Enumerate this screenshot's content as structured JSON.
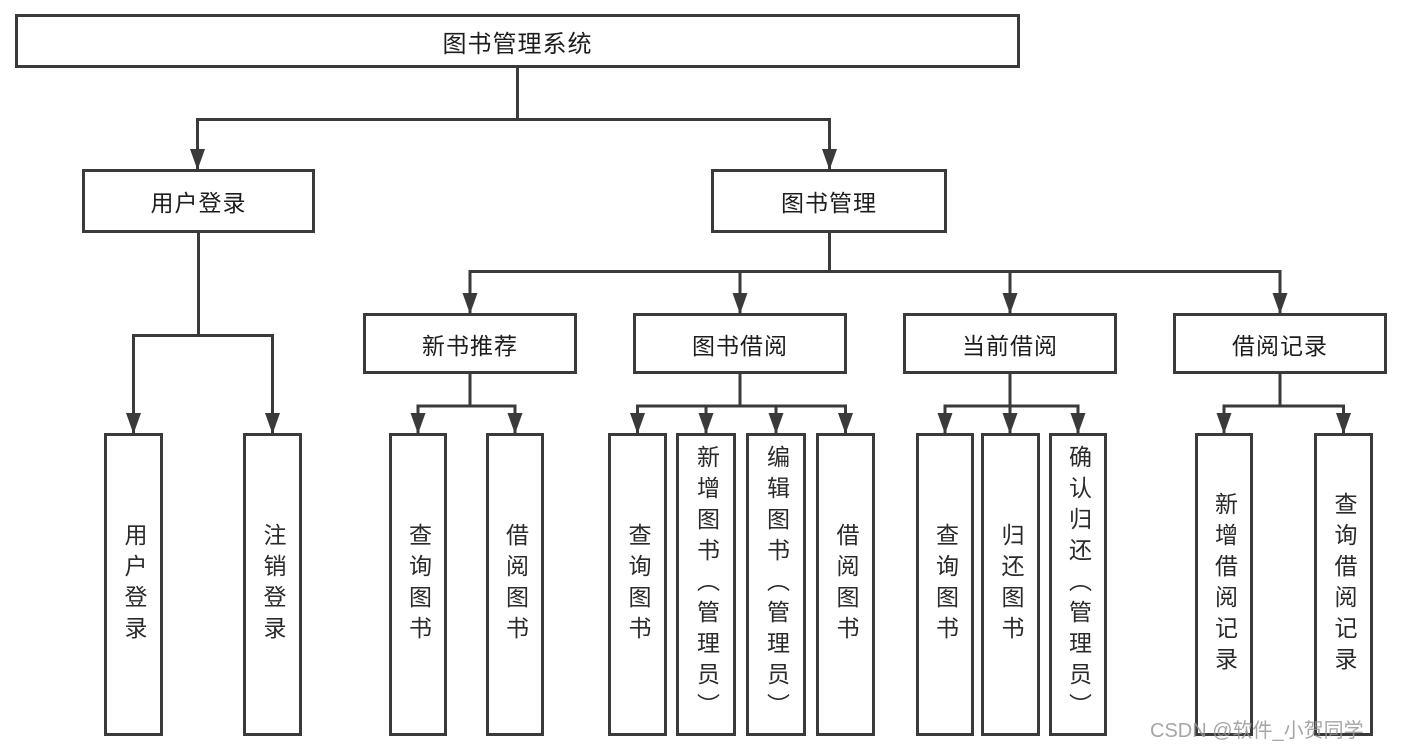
{
  "diagram": {
    "tree": {
      "root": {
        "label": "图书管理系统"
      },
      "level2": [
        {
          "label": "用户登录",
          "children": [
            {
              "label": "用户登录"
            },
            {
              "label": "注销登录"
            }
          ]
        },
        {
          "label": "图书管理",
          "children": [
            {
              "label": "新书推荐",
              "children": [
                {
                  "label": "查询图书"
                },
                {
                  "label": "借阅图书"
                }
              ]
            },
            {
              "label": "图书借阅",
              "children": [
                {
                  "label": "查询图书"
                },
                {
                  "label": "新增图书（管理员）"
                },
                {
                  "label": "编辑图书（管理员）"
                },
                {
                  "label": "借阅图书"
                }
              ]
            },
            {
              "label": "当前借阅",
              "children": [
                {
                  "label": "查询图书"
                },
                {
                  "label": "归还图书"
                },
                {
                  "label": "确认归还（管理员）"
                }
              ]
            },
            {
              "label": "借阅记录",
              "children": [
                {
                  "label": "新增借阅记录"
                },
                {
                  "label": "查询借阅记录"
                }
              ]
            }
          ]
        }
      ]
    },
    "colors": {
      "line": "#3a3a3a",
      "box_border": "#3a3a3a",
      "text": "#1d1d1d",
      "background": "#ffffff",
      "watermark": "#969696"
    }
  },
  "watermark": {
    "text": "CSDN @软件_小贺同学"
  }
}
